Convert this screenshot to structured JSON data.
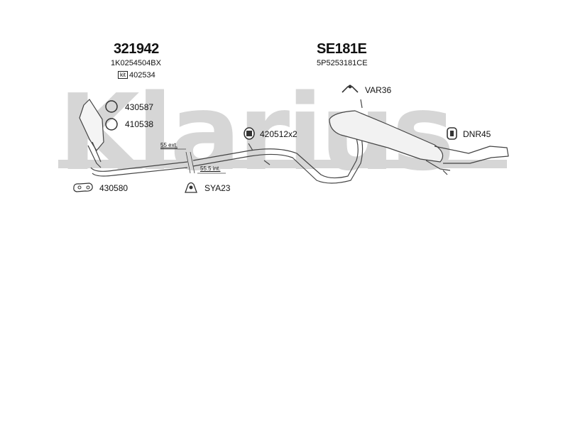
{
  "watermark": {
    "text": "Klarius"
  },
  "left_assembly": {
    "part_number": "321942",
    "oe_number": "1K0254504BX",
    "kit_label": "kit",
    "kit_number": "402534"
  },
  "right_assembly": {
    "part_number": "SE181E",
    "oe_number": "5P5253181CE"
  },
  "components": {
    "clamp_ring": "430587",
    "clamp_ring_2": "410538",
    "gasket_flange": "430580",
    "mount_rubber": "420512x2",
    "bracket": "SYA23",
    "hanger": "VAR36",
    "rear_mount": "DNR45"
  },
  "dimensions": {
    "ext": "55 ext.",
    "int": "55.5 int."
  }
}
